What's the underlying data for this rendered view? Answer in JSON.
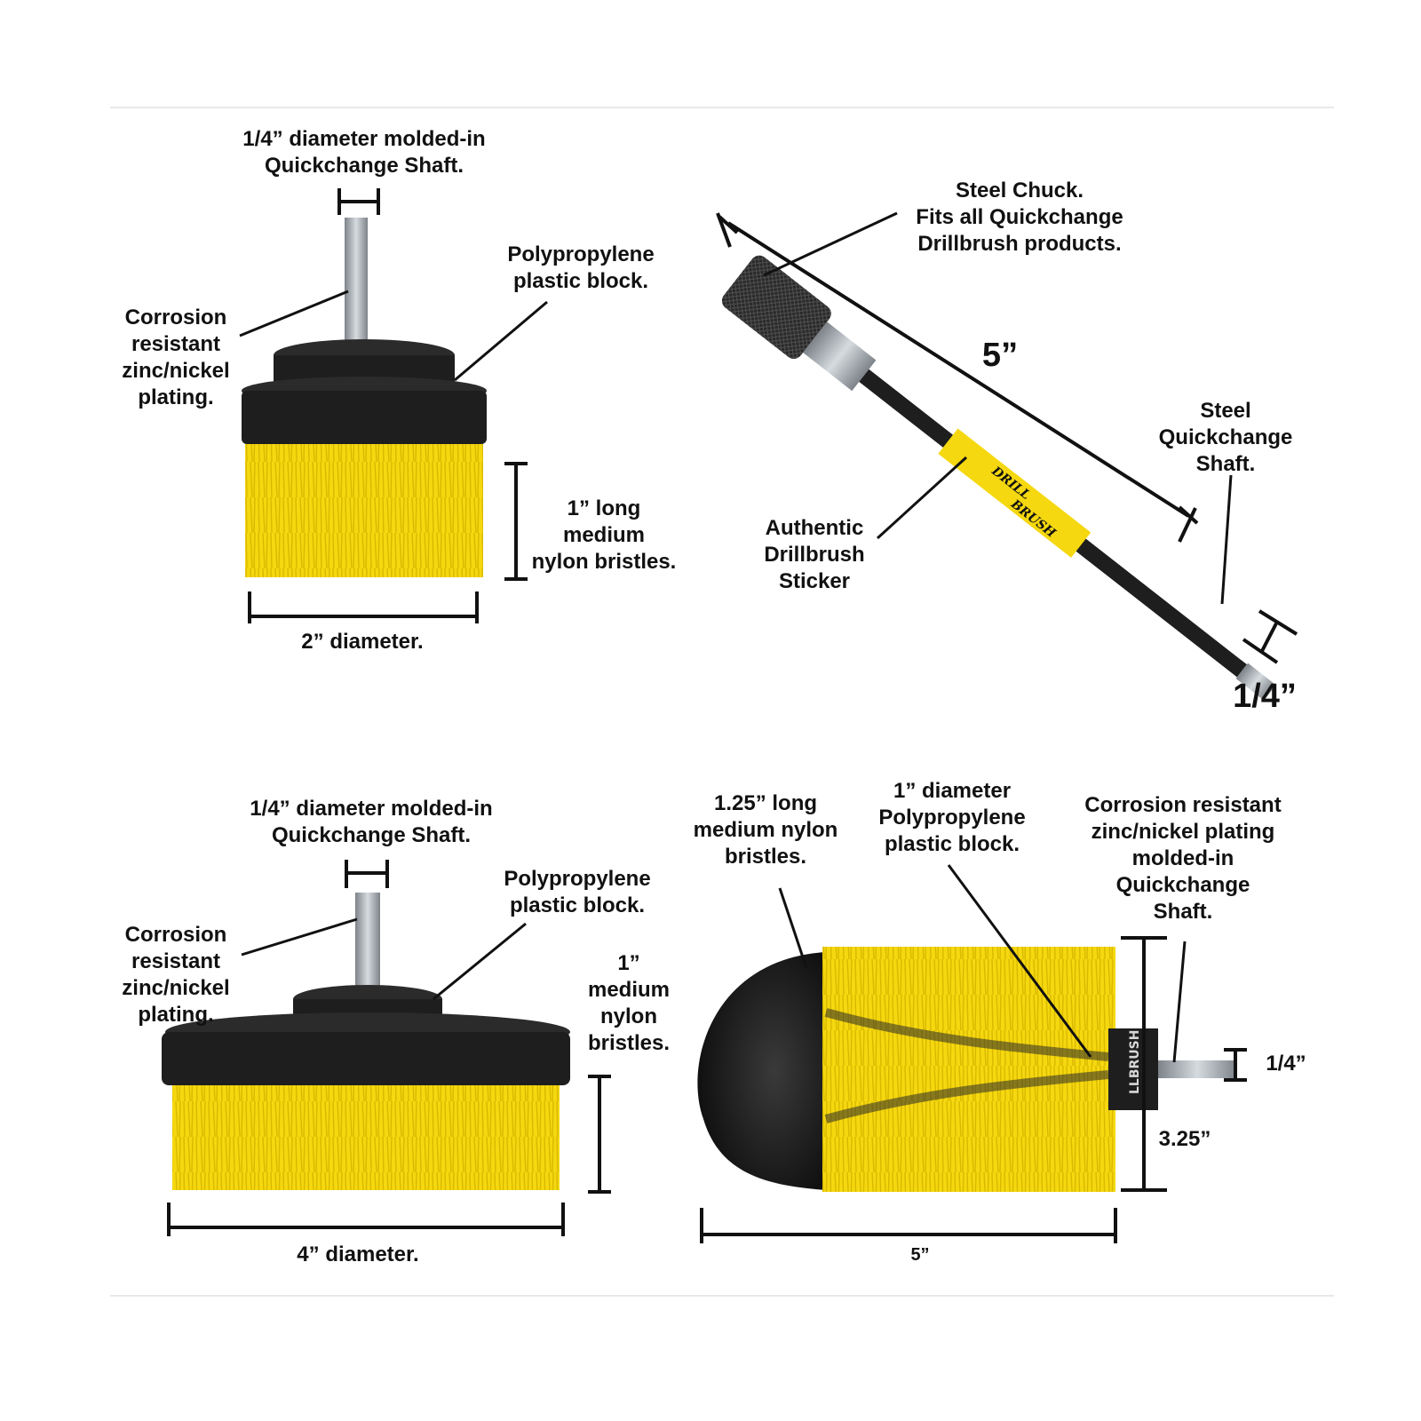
{
  "colors": {
    "bristle_yellow": "#F5D80F",
    "bristle_yellow_dark": "#D9B900",
    "block_black": "#1E1E1E",
    "steel": "#A9AFB4",
    "line": "#111111",
    "divider": "#E8E8E8"
  },
  "panels": {
    "top_left": {
      "shaft_label": [
        "1/4” diameter molded-in",
        "Quickchange Shaft."
      ],
      "plating_label": [
        "Corrosion",
        "resistant",
        "zinc/nickel",
        "plating."
      ],
      "block_label": [
        "Polypropylene",
        "plastic block."
      ],
      "bristle_label": [
        "1” long",
        "medium",
        "nylon bristles."
      ],
      "diameter_label": "2” diameter."
    },
    "top_right": {
      "chuck_label": [
        "Steel Chuck.",
        "Fits all Quickchange",
        "Drillbrush products."
      ],
      "length_label": "5”",
      "shaft_label": [
        "Steel",
        "Quickchange",
        "Shaft."
      ],
      "sticker_label": [
        "Authentic",
        "Drillbrush",
        "Sticker"
      ],
      "shaft_size_label": "1/4”",
      "sticker_text": [
        "DRILL",
        "BRUSH"
      ]
    },
    "bottom_left": {
      "shaft_label": [
        "1/4” diameter molded-in",
        "Quickchange Shaft."
      ],
      "plating_label": [
        "Corrosion",
        "resistant",
        "zinc/nickel",
        "plating."
      ],
      "block_label": [
        "Polypropylene",
        "plastic block."
      ],
      "bristle_label": [
        "1”",
        "medium",
        "nylon",
        "bristles."
      ],
      "diameter_label": "4” diameter."
    },
    "bottom_right": {
      "bristle_label": [
        "1.25” long",
        "medium nylon",
        "bristles."
      ],
      "block_label": [
        "1” diameter",
        "Polypropylene",
        "plastic block."
      ],
      "plating_label": [
        "Corrosion resistant",
        "zinc/nickel plating",
        "molded-in",
        "Quickchange",
        "Shaft."
      ],
      "shaft_size_label": "1/4”",
      "height_label": "3.25”",
      "length_label": "5”",
      "block_text": "LLBRUSH"
    }
  }
}
